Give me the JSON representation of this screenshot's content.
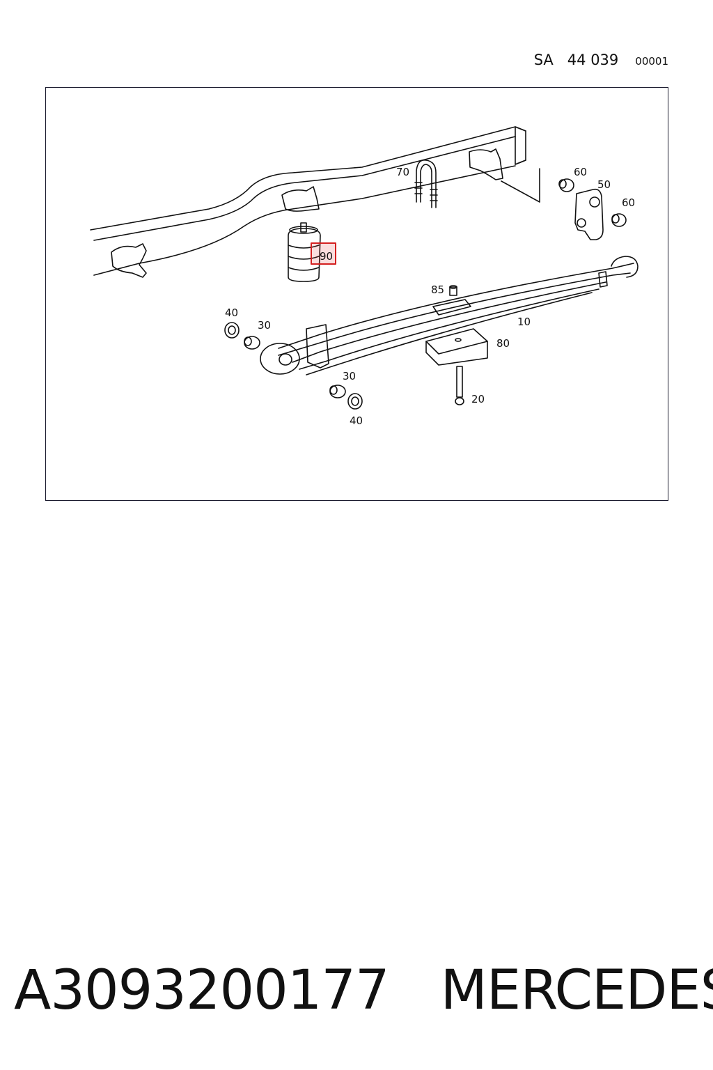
{
  "header": {
    "sa": "SA",
    "number": "44 039",
    "sequence": "00001"
  },
  "labels": {
    "l10": "10",
    "l20": "20",
    "l30a": "30",
    "l30b": "30",
    "l40a": "40",
    "l40b": "40",
    "l50": "50",
    "l60a": "60",
    "l60b": "60",
    "l70": "70",
    "l80": "80",
    "l85": "85",
    "l90": "90"
  },
  "highlight": {
    "label": "90",
    "color": "#d42020"
  },
  "footer": {
    "part_number": "A3093200177",
    "brand": "MERCEDES"
  }
}
